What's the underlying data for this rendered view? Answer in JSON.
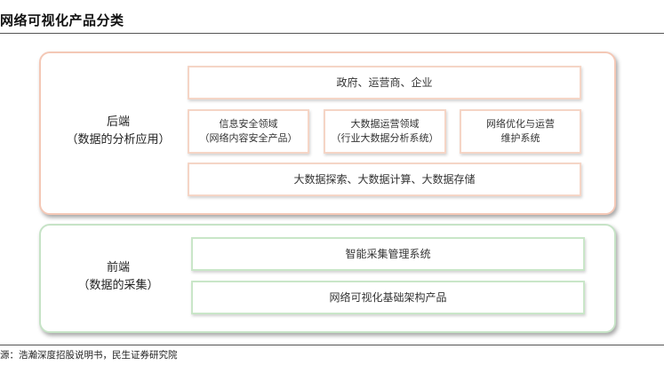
{
  "title": "网络可视化产品分类",
  "source": "源：浩瀚深度招股说明书，民生证券研究院",
  "backend": {
    "label_line1": "后端",
    "label_line2": "（数据的分析应用）",
    "top_box": "政府、运营商、企业",
    "mid_boxes": [
      {
        "line1": "信息安全领域",
        "line2": "（网络内容安全产品）"
      },
      {
        "line1": "大数据运营领域",
        "line2": "（行业大数据分析系统）"
      },
      {
        "line1": "网络优化与运营",
        "line2": "维护系统"
      }
    ],
    "bottom_box": "大数据探索、大数据计算、大数据存储"
  },
  "frontend": {
    "label_line1": "前端",
    "label_line2": "（数据的采集）",
    "boxes": [
      "智能采集管理系统",
      "网络可视化基础架构产品"
    ]
  },
  "colors": {
    "backend_border": "#f4c8b6",
    "frontend_border": "#c6e3c6"
  }
}
